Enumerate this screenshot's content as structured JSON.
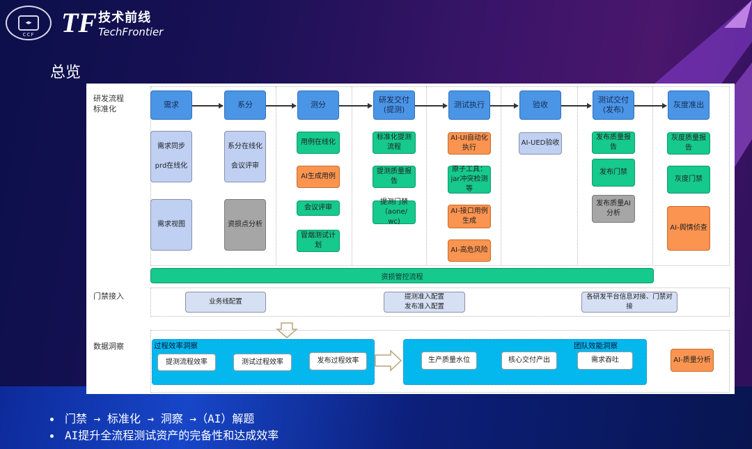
{
  "brand": {
    "org_badge": "CCF",
    "logo_mark": "TF",
    "logo_cn": "技术前线",
    "logo_en": "TechFrontier"
  },
  "page_title": "总览",
  "rows": {
    "standardization": "研发流程\n标准化",
    "gate": "门禁接入",
    "insight": "数据洞察"
  },
  "stages": [
    {
      "head": "需求",
      "items": [
        {
          "text": "需求同步\n\nprd在线化",
          "kind": "lb"
        },
        {
          "text": "需求视图",
          "kind": "lb"
        }
      ]
    },
    {
      "head": "系分",
      "items": [
        {
          "text": "系分在线化\n\n会议评审",
          "kind": "lb"
        },
        {
          "text": "资损点分析",
          "kind": "gray"
        }
      ]
    },
    {
      "head": "测分",
      "items": [
        {
          "text": "用例在线化",
          "kind": "green"
        },
        {
          "text": "AI生成用例",
          "kind": "orange"
        },
        {
          "text": "会议评审",
          "kind": "green"
        },
        {
          "text": "冒烟测试计划",
          "kind": "green"
        }
      ]
    },
    {
      "head": "研发交付\n(提测)",
      "items": [
        {
          "text": "标准化提测流程",
          "kind": "green"
        },
        {
          "text": "提测质量报告",
          "kind": "green"
        },
        {
          "text": "提测门禁（aone/\nwc)",
          "kind": "green"
        }
      ]
    },
    {
      "head": "测试执行",
      "items": [
        {
          "text": "AI-UI自动化\n执行",
          "kind": "orange"
        },
        {
          "text": "原子工具：\njar冲突检测\n等",
          "kind": "green"
        },
        {
          "text": "AI-接口用例\n生成",
          "kind": "orange"
        },
        {
          "text": "AI-高危风险",
          "kind": "orange"
        }
      ]
    },
    {
      "head": "验收",
      "items": [
        {
          "text": "AI-UED验收",
          "kind": "lb"
        }
      ]
    },
    {
      "head": "测试交付\n(发布)",
      "items": [
        {
          "text": "发布质量报告",
          "kind": "green"
        },
        {
          "text": "发布门禁",
          "kind": "green"
        },
        {
          "text": "发布质量AI\n分析",
          "kind": "gray"
        }
      ]
    },
    {
      "head": "灰度准出",
      "items": [
        {
          "text": "灰度质量报告",
          "kind": "green"
        },
        {
          "text": "灰度门禁",
          "kind": "green"
        },
        {
          "text": "AI-舆情侦查",
          "kind": "orange"
        }
      ]
    }
  ],
  "loss_control_bar": "资损管控流程",
  "gate_items": [
    "业务线配置",
    "提测准入配置\n发布准入配置",
    "各研发平台信息对接、门禁对接"
  ],
  "insight": {
    "process_group": {
      "label": "过程效率洞察",
      "items": [
        "提测流程效率",
        "测试过程效率",
        "发布过程效率"
      ]
    },
    "team_group": {
      "label": "团队效能洞察",
      "items": [
        "生产质量水位",
        "核心交付产出",
        "需求吞吐"
      ]
    },
    "ai_item": "AI-质量分析"
  },
  "bullets": [
    "门禁 → 标准化 → 洞察 →（AI）解题",
    "AI提升全流程测试资产的完备性和达成效率"
  ],
  "colors": {
    "head_blue": "#4a95e6",
    "green": "#16c98c",
    "orange": "#fb9450",
    "light_blue": "#bfd0f3",
    "gray": "#a6a6a6",
    "cyan": "#04b8ee"
  }
}
